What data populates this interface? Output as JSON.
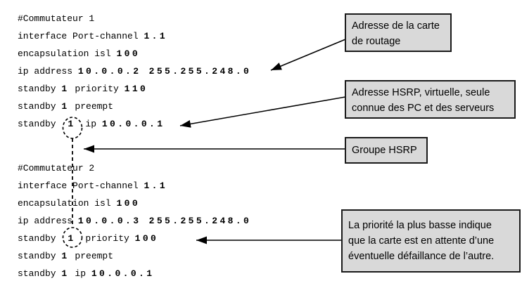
{
  "code": {
    "blocks": [
      {
        "name": "commutateur-1",
        "lines": [
          [
            {
              "t": "#Commutateur 1",
              "b": false
            }
          ],
          [
            {
              "t": "interface Port-channel ",
              "b": false
            },
            {
              "t": "1.1",
              "b": true
            }
          ],
          [
            {
              "t": "encapsulation isl ",
              "b": false
            },
            {
              "t": "100",
              "b": true
            }
          ],
          [
            {
              "t": "ip address ",
              "b": false
            },
            {
              "t": "10.0.0.2 255.255.248.0",
              "b": true
            }
          ],
          [
            {
              "t": "standby ",
              "b": false
            },
            {
              "t": "1",
              "b": true
            },
            {
              "t": " priority ",
              "b": false
            },
            {
              "t": "110",
              "b": true
            }
          ],
          [
            {
              "t": "standby ",
              "b": false
            },
            {
              "t": "1",
              "b": true
            },
            {
              "t": " preempt",
              "b": false
            }
          ],
          [
            {
              "t": "standby ",
              "b": false
            },
            {
              "t": "1",
              "b": true,
              "circled": true
            },
            {
              "t": " ip ",
              "b": false
            },
            {
              "t": "10.0.0.1",
              "b": true
            }
          ]
        ]
      },
      {
        "name": "commutateur-2",
        "lines": [
          [
            {
              "t": "#Commutateur 2",
              "b": false
            }
          ],
          [
            {
              "t": "interface Port-channel ",
              "b": false
            },
            {
              "t": "1.1",
              "b": true
            }
          ],
          [
            {
              "t": "encapsulation isl ",
              "b": false
            },
            {
              "t": "100",
              "b": true
            }
          ],
          [
            {
              "t": "ip address ",
              "b": false
            },
            {
              "t": "10.0.0.3 255.255.248.0",
              "b": true
            }
          ],
          [
            {
              "t": "standby ",
              "b": false
            },
            {
              "t": "1",
              "b": true,
              "circled": true
            },
            {
              "t": " priority ",
              "b": false
            },
            {
              "t": "100",
              "b": true
            }
          ],
          [
            {
              "t": "standby ",
              "b": false
            },
            {
              "t": "1",
              "b": true
            },
            {
              "t": " preempt",
              "b": false
            }
          ],
          [
            {
              "t": "standby ",
              "b": false
            },
            {
              "t": "1",
              "b": true
            },
            {
              "t": " ip ",
              "b": false
            },
            {
              "t": "10.0.0.1",
              "b": true
            }
          ]
        ]
      }
    ]
  },
  "callouts": [
    {
      "name": "adresse-carte-routage",
      "lines": [
        "Adresse de la carte",
        "de routage"
      ]
    },
    {
      "name": "adresse-hsrp-virtuelle",
      "lines": [
        "Adresse HSRP, virtuelle, seule",
        "connue des PC et des serveurs"
      ]
    },
    {
      "name": "groupe-hsrp",
      "lines": [
        "Groupe HSRP"
      ]
    },
    {
      "name": "priorite-basse",
      "lines": [
        "La priorité la plus basse indique",
        "que la carte est en attente d’une",
        "éventuelle défaillance de l’autre."
      ]
    }
  ],
  "colors": {
    "callout_fill": "#d9d9d9",
    "callout_border": "#1a1a1a",
    "text": "#000000",
    "connector": "#000000"
  }
}
